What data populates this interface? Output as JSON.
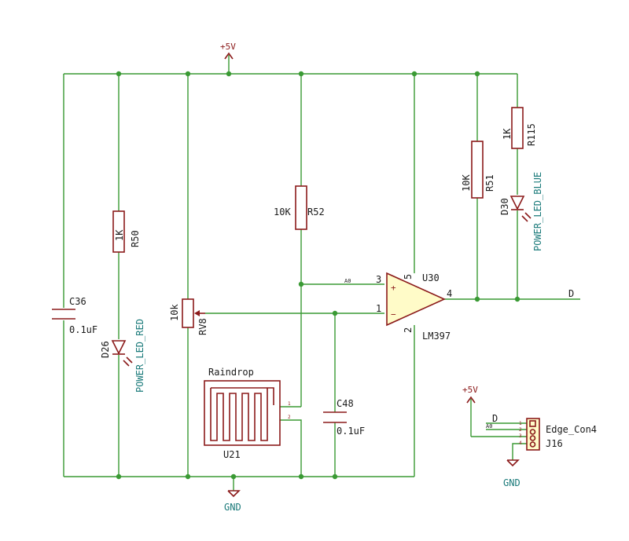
{
  "power": {
    "vcc": "+5V",
    "gnd": "GND"
  },
  "nets": {
    "d": "D",
    "a0": "A0"
  },
  "components": {
    "c36": {
      "ref": "C36",
      "value": "0.1uF"
    },
    "r50": {
      "ref": "R50",
      "value": "1K"
    },
    "d26": {
      "ref": "D26",
      "value": "POWER_LED_RED"
    },
    "rv8": {
      "ref": "RV8",
      "value": "10k"
    },
    "r52": {
      "ref": "R52",
      "value": "10K"
    },
    "u21": {
      "ref": "U21",
      "value": "Raindrop",
      "pin1": "1",
      "pin2": "2"
    },
    "c48": {
      "ref": "C48",
      "value": "0.1uF"
    },
    "u30": {
      "ref": "U30",
      "value": "LM397",
      "pin1": "1",
      "pin2": "2",
      "pin3": "3",
      "pin4": "4",
      "pin5": "5",
      "plus": "+",
      "minus": "−"
    },
    "r51": {
      "ref": "R51",
      "value": "10K"
    },
    "r115": {
      "ref": "R115",
      "value": "1K"
    },
    "d30": {
      "ref": "D30",
      "value": "POWER_LED_BLUE"
    },
    "j16": {
      "ref": "J16",
      "value": "Edge_Con4",
      "pins": [
        "1",
        "2",
        "3",
        "4"
      ]
    }
  },
  "colors": {
    "wire": "#3a9a34",
    "component": "#8b1a1a",
    "label": "#1a7a7a",
    "fill": "#fffbc8"
  }
}
